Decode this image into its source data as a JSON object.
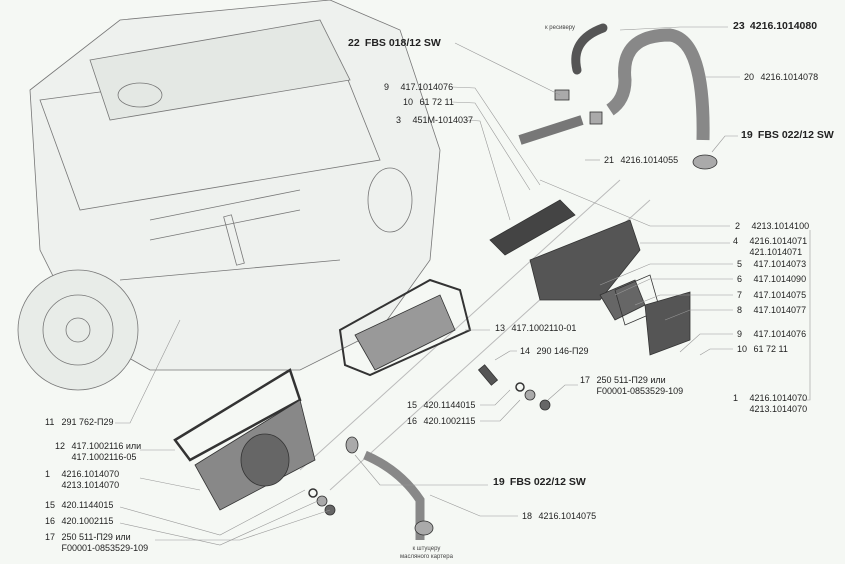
{
  "notes": {
    "to_receiver": "к ресиверу",
    "to_oil_sump_l1": "к штуцеру",
    "to_oil_sump_l2": "масляного картера"
  },
  "callouts": [
    {
      "num": "22",
      "part": "FBS 018/12 SW"
    },
    {
      "num": "23",
      "part": "4216.1014080"
    },
    {
      "num": "9",
      "part": "417.1014076"
    },
    {
      "num": "10",
      "part": "61 72 11"
    },
    {
      "num": "3",
      "part": "451M-1014037"
    },
    {
      "num": "20",
      "part": "4216.1014078"
    },
    {
      "num": "19",
      "part": "FBS 022/12 SW"
    },
    {
      "num": "21",
      "part": "4216.1014055"
    },
    {
      "num": "2",
      "part": "4213.1014100"
    },
    {
      "num": "4",
      "part": "4216.1014071",
      "alt": "421.1014071"
    },
    {
      "num": "5",
      "part": "417.1014073"
    },
    {
      "num": "6",
      "part": "417.1014090"
    },
    {
      "num": "7",
      "part": "417.1014075"
    },
    {
      "num": "8",
      "part": "417.1014077"
    },
    {
      "num": "9",
      "part": "417.1014076"
    },
    {
      "num": "10",
      "part": "61 72 11"
    },
    {
      "num": "1",
      "part": "4216.1014070",
      "alt": "4213.1014070"
    },
    {
      "num": "13",
      "part": "417.1002110-01"
    },
    {
      "num": "14",
      "part": "290 146-П29"
    },
    {
      "num": "17",
      "part": "250 511-П29 или",
      "alt": "F00001-0853529-109"
    },
    {
      "num": "15",
      "part": "420.1144015"
    },
    {
      "num": "16",
      "part": "420.1002115"
    },
    {
      "num": "11",
      "part": "291 762-П29"
    },
    {
      "num": "12",
      "part": "417.1002116 или",
      "alt": "417.1002116-05"
    },
    {
      "num": "1",
      "part": "4216.1014070",
      "alt": "4213.1014070"
    },
    {
      "num": "19",
      "part": "FBS 022/12 SW"
    },
    {
      "num": "15",
      "part": "420.1144015"
    },
    {
      "num": "16",
      "part": "420.1002115"
    },
    {
      "num": "18",
      "part": "4216.1014075"
    },
    {
      "num": "17",
      "part": "250 511-П29 или",
      "alt": "F00001-0853529-109"
    }
  ]
}
